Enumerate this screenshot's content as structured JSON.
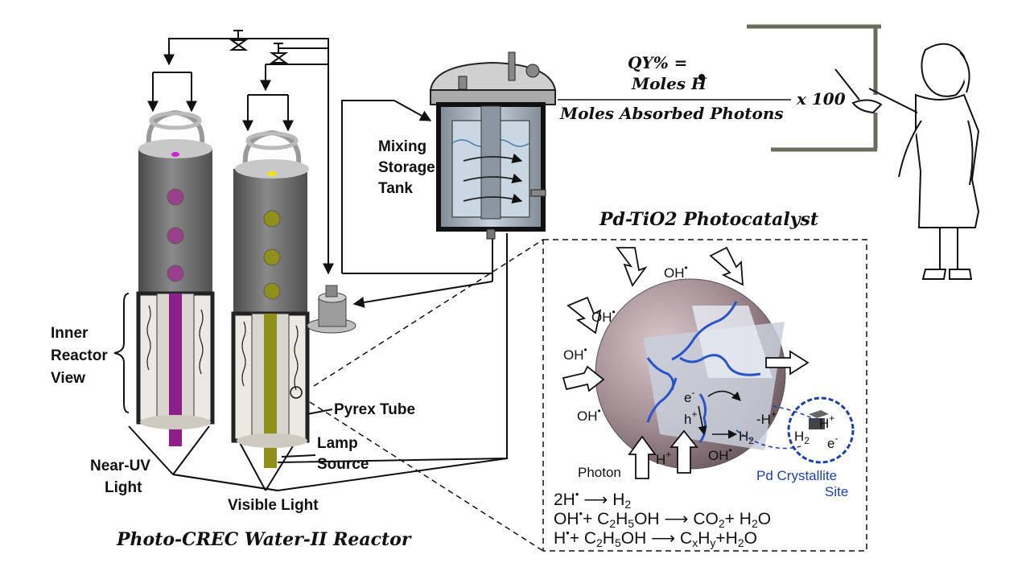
{
  "title": "Photo-CREC Water-II Reactor",
  "photocatalyst_title": "Pd-TiO2 Photocatalyst",
  "labels": {
    "mixing": "Mixing",
    "storage": "Storage",
    "tank": "Tank",
    "inner": "Inner",
    "reactor": "Reactor",
    "view": "View",
    "pyrex_tube": "Pyrex Tube",
    "lamp": "Lamp",
    "source": "Source",
    "near_uv": "Near-UV",
    "light": "Light",
    "visible_light": "Visible Light"
  },
  "formula": {
    "lhs": "QY% =",
    "numerator": "Moles H",
    "denominator": "Moles Absorbed Photons",
    "factor": "x 100"
  },
  "particle": {
    "oh": "OH",
    "e": "e",
    "h": "h",
    "h_plus": "H",
    "h2": "H",
    "photon": "Photon",
    "pd_site_1": "Pd Crystallite",
    "pd_site_2": "Site"
  },
  "reactions": {
    "r1_left": "2H",
    "r1_right": "H",
    "r2_left": "OH",
    "r2_mid": "+ C",
    "r2_right": "CO",
    "r2_tail": "+ H",
    "r3_left": "H",
    "r3_mid": "+ C",
    "r3_right": "C",
    "r3_tail": "+H"
  },
  "colors": {
    "near_uv_lamp": "#8e1e8a",
    "visible_lamp": "#8f8f1c",
    "reactor_body": "#6b6b6b",
    "pd_site": "#1a3fb0"
  }
}
